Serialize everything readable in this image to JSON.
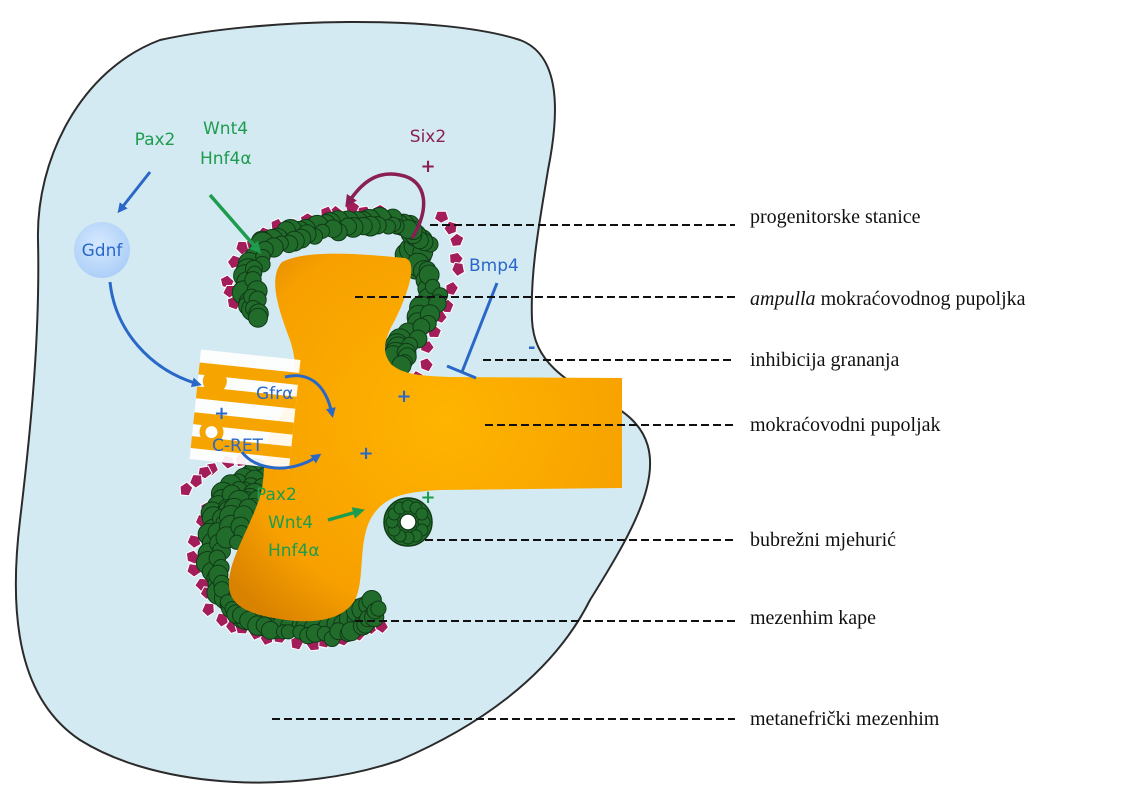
{
  "colors": {
    "mesenchyme": "#d4eaf3",
    "bud": "#f7a400",
    "bud_dark": "#e08600",
    "cap_cells": "#226c2b",
    "progenitor_cells": "#a21d5a",
    "green_signal": "#1e9c4e",
    "blue_signal": "#2a68c8",
    "magenta_signal": "#8a1f55"
  },
  "signals": {
    "pax2_top": "Pax2",
    "wnt4_top": "Wnt4",
    "hnf4a_top": "Hnf4α",
    "six2": "Six2",
    "six2_plus": "+",
    "gdnf": "Gdnf",
    "bmp4": "Bmp4",
    "bmp4_minus": "-",
    "gfra": "Gfrα",
    "cret": "C-RET",
    "receptor_plus": "+",
    "plus_1": "+",
    "plus_2": "+",
    "pax2_bottom": "Pax2",
    "wnt4_bottom": "Wnt4",
    "hnf4a_bottom": "Hnf4α",
    "vesicle_plus": "+"
  },
  "labels": {
    "progenitor": "progenitorske stanice",
    "ampulla_italic": "ampulla",
    "ampulla_rest": " mokraćovodnog pupoljka",
    "inhibition": "inhibicija grananja",
    "ureteric_bud": "mokraćovodni pupoljak",
    "renal_vesicle": "bubrežni mjehurić",
    "cap_mesenchyme": "mezenhim kape",
    "metanephric_mesenchyme": "metanefrički mezenhim"
  }
}
